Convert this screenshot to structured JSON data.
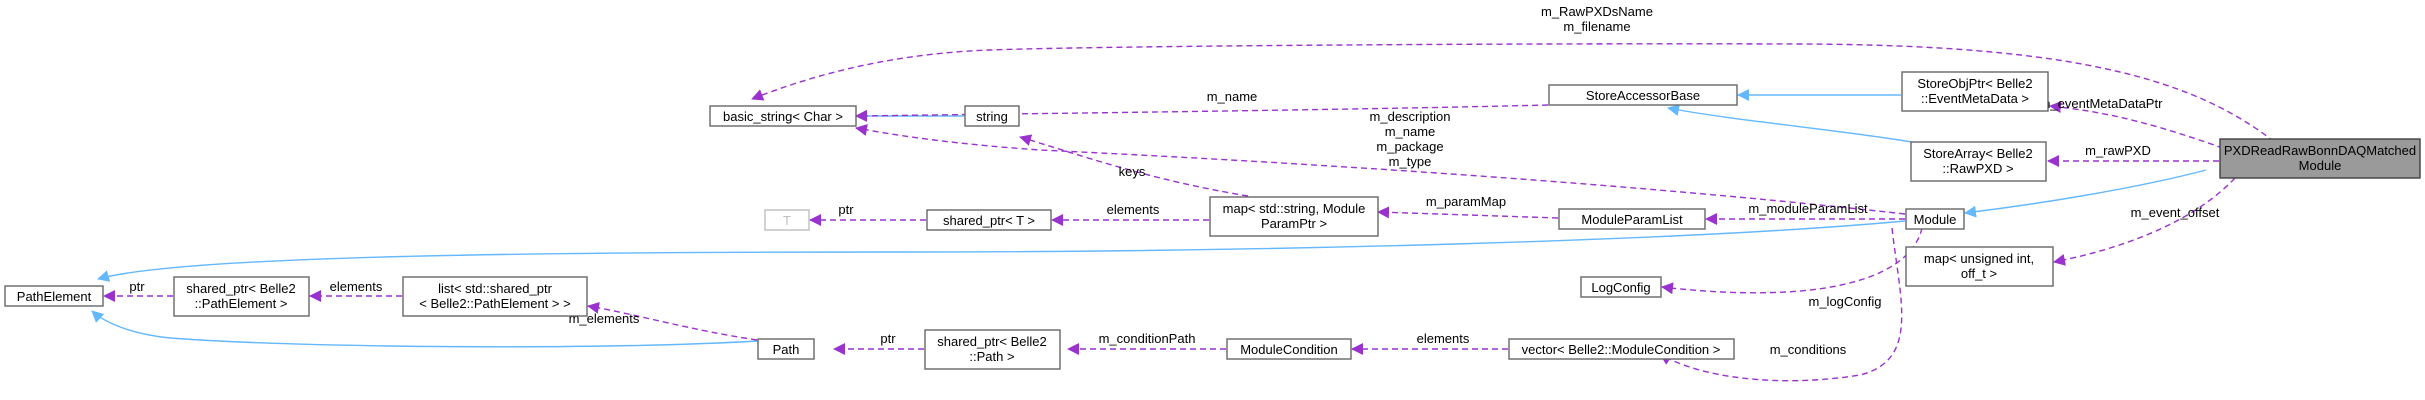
{
  "diagram": {
    "colors": {
      "inherit": "#63b8ff",
      "usage": "#9a32cd",
      "main_fill": "#9a9a9a"
    },
    "nodes": {
      "main": [
        "PXDReadRawBonnDAQMatched",
        "Module"
      ],
      "module": [
        "Module"
      ],
      "storeobjptr": [
        "StoreObjPtr< Belle2",
        "::EventMetaData >"
      ],
      "storearray": [
        "StoreArray< Belle2",
        "::RawPXD >"
      ],
      "storeaccessor": [
        "StoreAccessorBase"
      ],
      "string": [
        "string"
      ],
      "basic_string": [
        "basic_string< Char >"
      ],
      "t": [
        "T"
      ],
      "shared_ptr_t": [
        "shared_ptr< T >"
      ],
      "map_module": [
        "map< std::string, Module",
        "ParamPtr >"
      ],
      "moduleparamlist": [
        "ModuleParamList"
      ],
      "map_unsigned": [
        "map< unsigned int,",
        "off_t >"
      ],
      "logconfig": [
        "LogConfig"
      ],
      "pathelement": [
        "PathElement"
      ],
      "shared_ptr_pe": [
        "shared_ptr< Belle2",
        "::PathElement >"
      ],
      "list_pe": [
        "list< std::shared_ptr",
        "< Belle2::PathElement > >"
      ],
      "path": [
        "Path"
      ],
      "shared_ptr_path": [
        "shared_ptr< Belle2",
        "::Path >"
      ],
      "modulecondition": [
        "ModuleCondition"
      ],
      "vector_mc": [
        "vector< Belle2::ModuleCondition >"
      ]
    },
    "edges": {
      "raw_pxd_name": [
        "m_RawPXDsName",
        "m_filename"
      ],
      "event_meta_data_ptr": [
        "m_eventMetaDataPtr"
      ],
      "raw_pxd": [
        "m_rawPXD"
      ],
      "event_offset": [
        "m_event_offset"
      ],
      "name": [
        "m_name"
      ],
      "description": [
        "m_description",
        "m_name",
        "m_package",
        "m_type"
      ],
      "keys": [
        "keys"
      ],
      "ptr_t": [
        "ptr"
      ],
      "elements_map": [
        "elements"
      ],
      "param_map": [
        "m_paramMap"
      ],
      "module_param_list": [
        "m_moduleParamList"
      ],
      "log_config": [
        "m_logConfig"
      ],
      "conditions": [
        "m_conditions"
      ],
      "ptr_pe": [
        "ptr"
      ],
      "elements_list": [
        "elements"
      ],
      "m_elements": [
        "m_elements"
      ],
      "ptr_path": [
        "ptr"
      ],
      "condition_path": [
        "m_conditionPath"
      ],
      "elements_vector": [
        "elements"
      ]
    }
  }
}
